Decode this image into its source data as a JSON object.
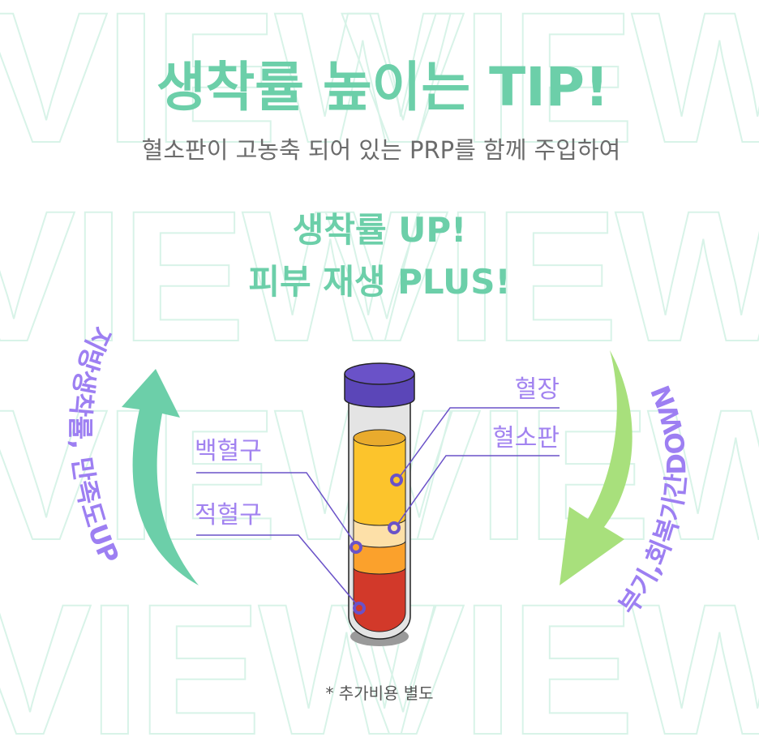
{
  "watermark": "VIEW",
  "title": "생착률 높이는 TIP!",
  "subtitle": "혈소판이 고농축 되어 있는 PRP를 함께 주입하여",
  "headline": {
    "line1": "생착률 UP!",
    "line2": "피부 재생 PLUS!"
  },
  "left_arrow_text": "지방생착률, 만족도UP",
  "right_arrow_text": "부기,회복기간DOWN",
  "tube_labels": {
    "plasma": "혈장",
    "platelet": "혈소판",
    "wbc": "백혈구",
    "rbc": "적혈구"
  },
  "footnote": "* 추가비용 별도",
  "colors": {
    "green": "#6ccfa9",
    "light_green": "#a8e07c",
    "purple": "#a283f0",
    "cap": "#6a52c8",
    "plasma": "#fcc42c",
    "platelet": "#fde0a8",
    "wbc": "#fba12c",
    "rbc": "#d2392a"
  }
}
